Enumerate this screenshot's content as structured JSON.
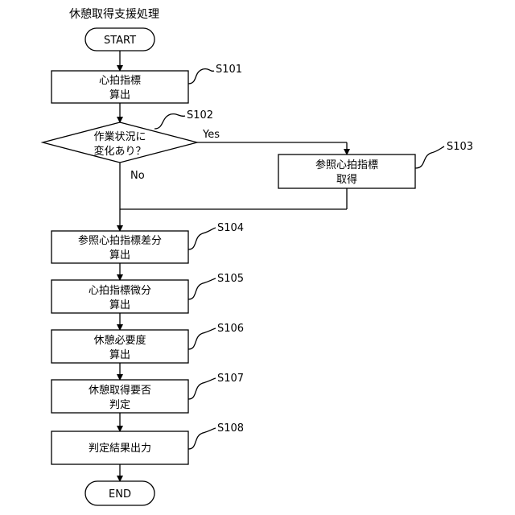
{
  "title": "休憩取得支援処理",
  "start": "START",
  "end": "END",
  "steps": [
    {
      "id": "S101",
      "lines": [
        "心拍指標",
        "算出"
      ]
    },
    {
      "id": "S102",
      "lines": [
        "作業状況に",
        "変化あり？"
      ]
    },
    {
      "id": "S103",
      "lines": [
        "参照心拍指標",
        "取得"
      ]
    },
    {
      "id": "S104",
      "lines": [
        "参照心拍指標差分",
        "算出"
      ]
    },
    {
      "id": "S105",
      "lines": [
        "心拍指標微分",
        "算出"
      ]
    },
    {
      "id": "S106",
      "lines": [
        "休憩必要度",
        "算出"
      ]
    },
    {
      "id": "S107",
      "lines": [
        "休憩取得要否",
        "判定"
      ]
    },
    {
      "id": "S108",
      "lines": [
        "判定結果出力"
      ]
    }
  ],
  "branch": {
    "yes": "Yes",
    "no": "No"
  }
}
